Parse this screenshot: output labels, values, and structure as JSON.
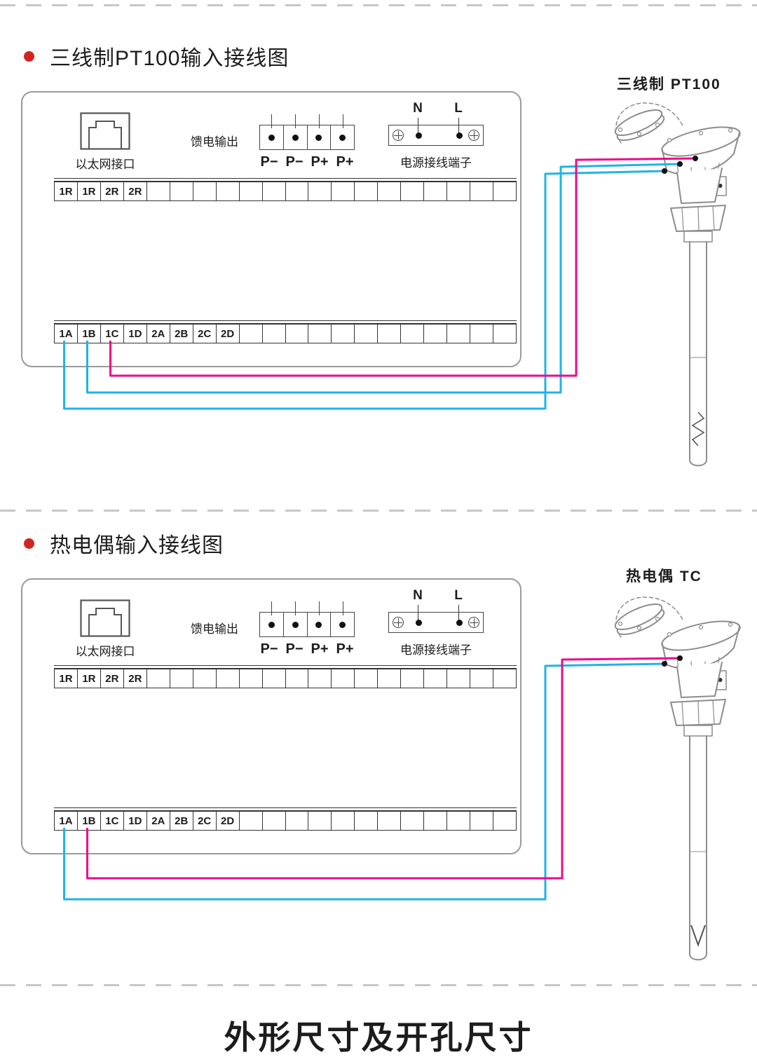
{
  "page": {
    "footer_title": "外形尺寸及开孔尺寸"
  },
  "colors": {
    "bullet_red": "#d2251f",
    "wire_cyan": "#1fb4e6",
    "wire_magenta": "#ec0a8c",
    "panel_border": "#9a9a9a"
  },
  "sections": [
    {
      "title": "三线制PT100输入接线图",
      "sensor_label": "三线制  PT100",
      "panel": {
        "ethernet_label": "以太网接口",
        "feed_label": "馈电输出",
        "feed_terminals": [
          "P−",
          "P−",
          "P+",
          "P+"
        ],
        "power_n": "N",
        "power_l": "L",
        "power_label": "电源接线端子",
        "top_strip": [
          "1R",
          "1R",
          "2R",
          "2R",
          "",
          "",
          "",
          "",
          "",
          "",
          "",
          "",
          "",
          "",
          "",
          "",
          "",
          "",
          "",
          ""
        ],
        "bottom_strip": [
          "1A",
          "1B",
          "1C",
          "1D",
          "2A",
          "2B",
          "2C",
          "2D",
          "",
          "",
          "",
          "",
          "",
          "",
          "",
          "",
          "",
          "",
          "",
          ""
        ]
      }
    },
    {
      "title": "热电偶输入接线图",
      "sensor_label": "热电偶  TC",
      "panel": {
        "ethernet_label": "以太网接口",
        "feed_label": "馈电输出",
        "feed_terminals": [
          "P−",
          "P−",
          "P+",
          "P+"
        ],
        "power_n": "N",
        "power_l": "L",
        "power_label": "电源接线端子",
        "top_strip": [
          "1R",
          "1R",
          "2R",
          "2R",
          "",
          "",
          "",
          "",
          "",
          "",
          "",
          "",
          "",
          "",
          "",
          "",
          "",
          "",
          "",
          ""
        ],
        "bottom_strip": [
          "1A",
          "1B",
          "1C",
          "1D",
          "2A",
          "2B",
          "2C",
          "2D",
          "",
          "",
          "",
          "",
          "",
          "",
          "",
          "",
          "",
          "",
          "",
          ""
        ]
      }
    }
  ]
}
